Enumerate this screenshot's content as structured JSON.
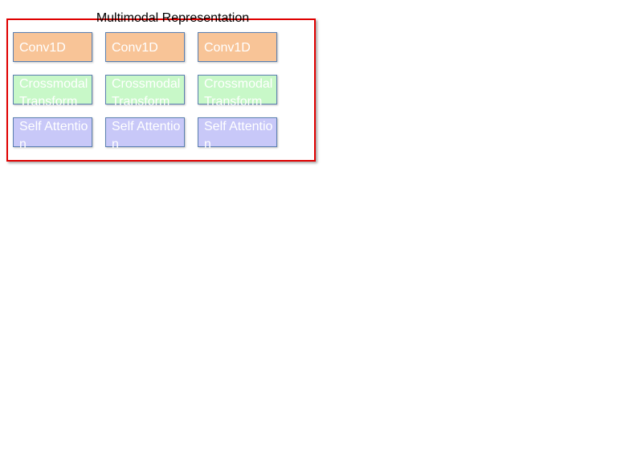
{
  "diagram": {
    "title": "Multimodal Representation",
    "frame_color": "#e00000",
    "rows": [
      {
        "kind": "conv",
        "color": "#f8c497",
        "boxes": [
          "Conv1D",
          "Conv1D",
          "Conv1D"
        ]
      },
      {
        "kind": "crossmodal",
        "color": "#c8f8c8",
        "boxes": [
          "Crossmodal Transform",
          "Crossmodal Transform",
          "Crossmodal Transform"
        ]
      },
      {
        "kind": "self",
        "color": "#c8c8f8",
        "boxes": [
          "Self Attention",
          "Self Attention",
          "Self Attention"
        ]
      }
    ]
  }
}
